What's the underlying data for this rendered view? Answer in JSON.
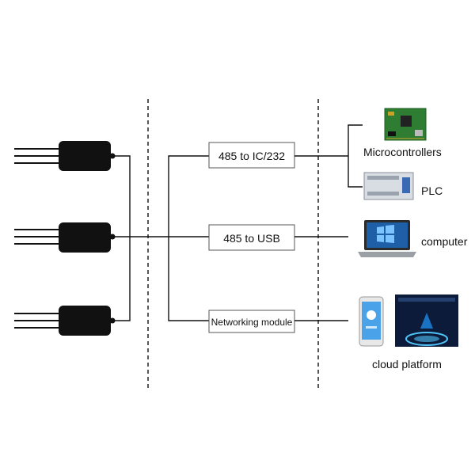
{
  "converters": {
    "ic232": "485 to IC/232",
    "usb": "485 to USB",
    "network": "Networking module"
  },
  "devices": {
    "microcontrollers": "Microcontrollers",
    "plc": "PLC",
    "computer": "computer",
    "cloud": "cloud platform"
  },
  "colors": {
    "line": "#111111",
    "sensor_body": "#111111",
    "pcb_green": "#2e7d32",
    "plc_body": "#d8dde3",
    "laptop_screen": "#1f5fa8",
    "phone_screen": "#4aa3e8",
    "cloud_panel": "#0d1b3a",
    "cloud_glow": "#4fc3f7"
  },
  "icons": {
    "sensor": "soil-sensor-probe-icon",
    "microcontroller": "circuit-board-icon",
    "plc": "plc-unit-icon",
    "computer": "laptop-icon",
    "phone": "smartphone-icon",
    "cloud": "cloud-dashboard-icon"
  }
}
